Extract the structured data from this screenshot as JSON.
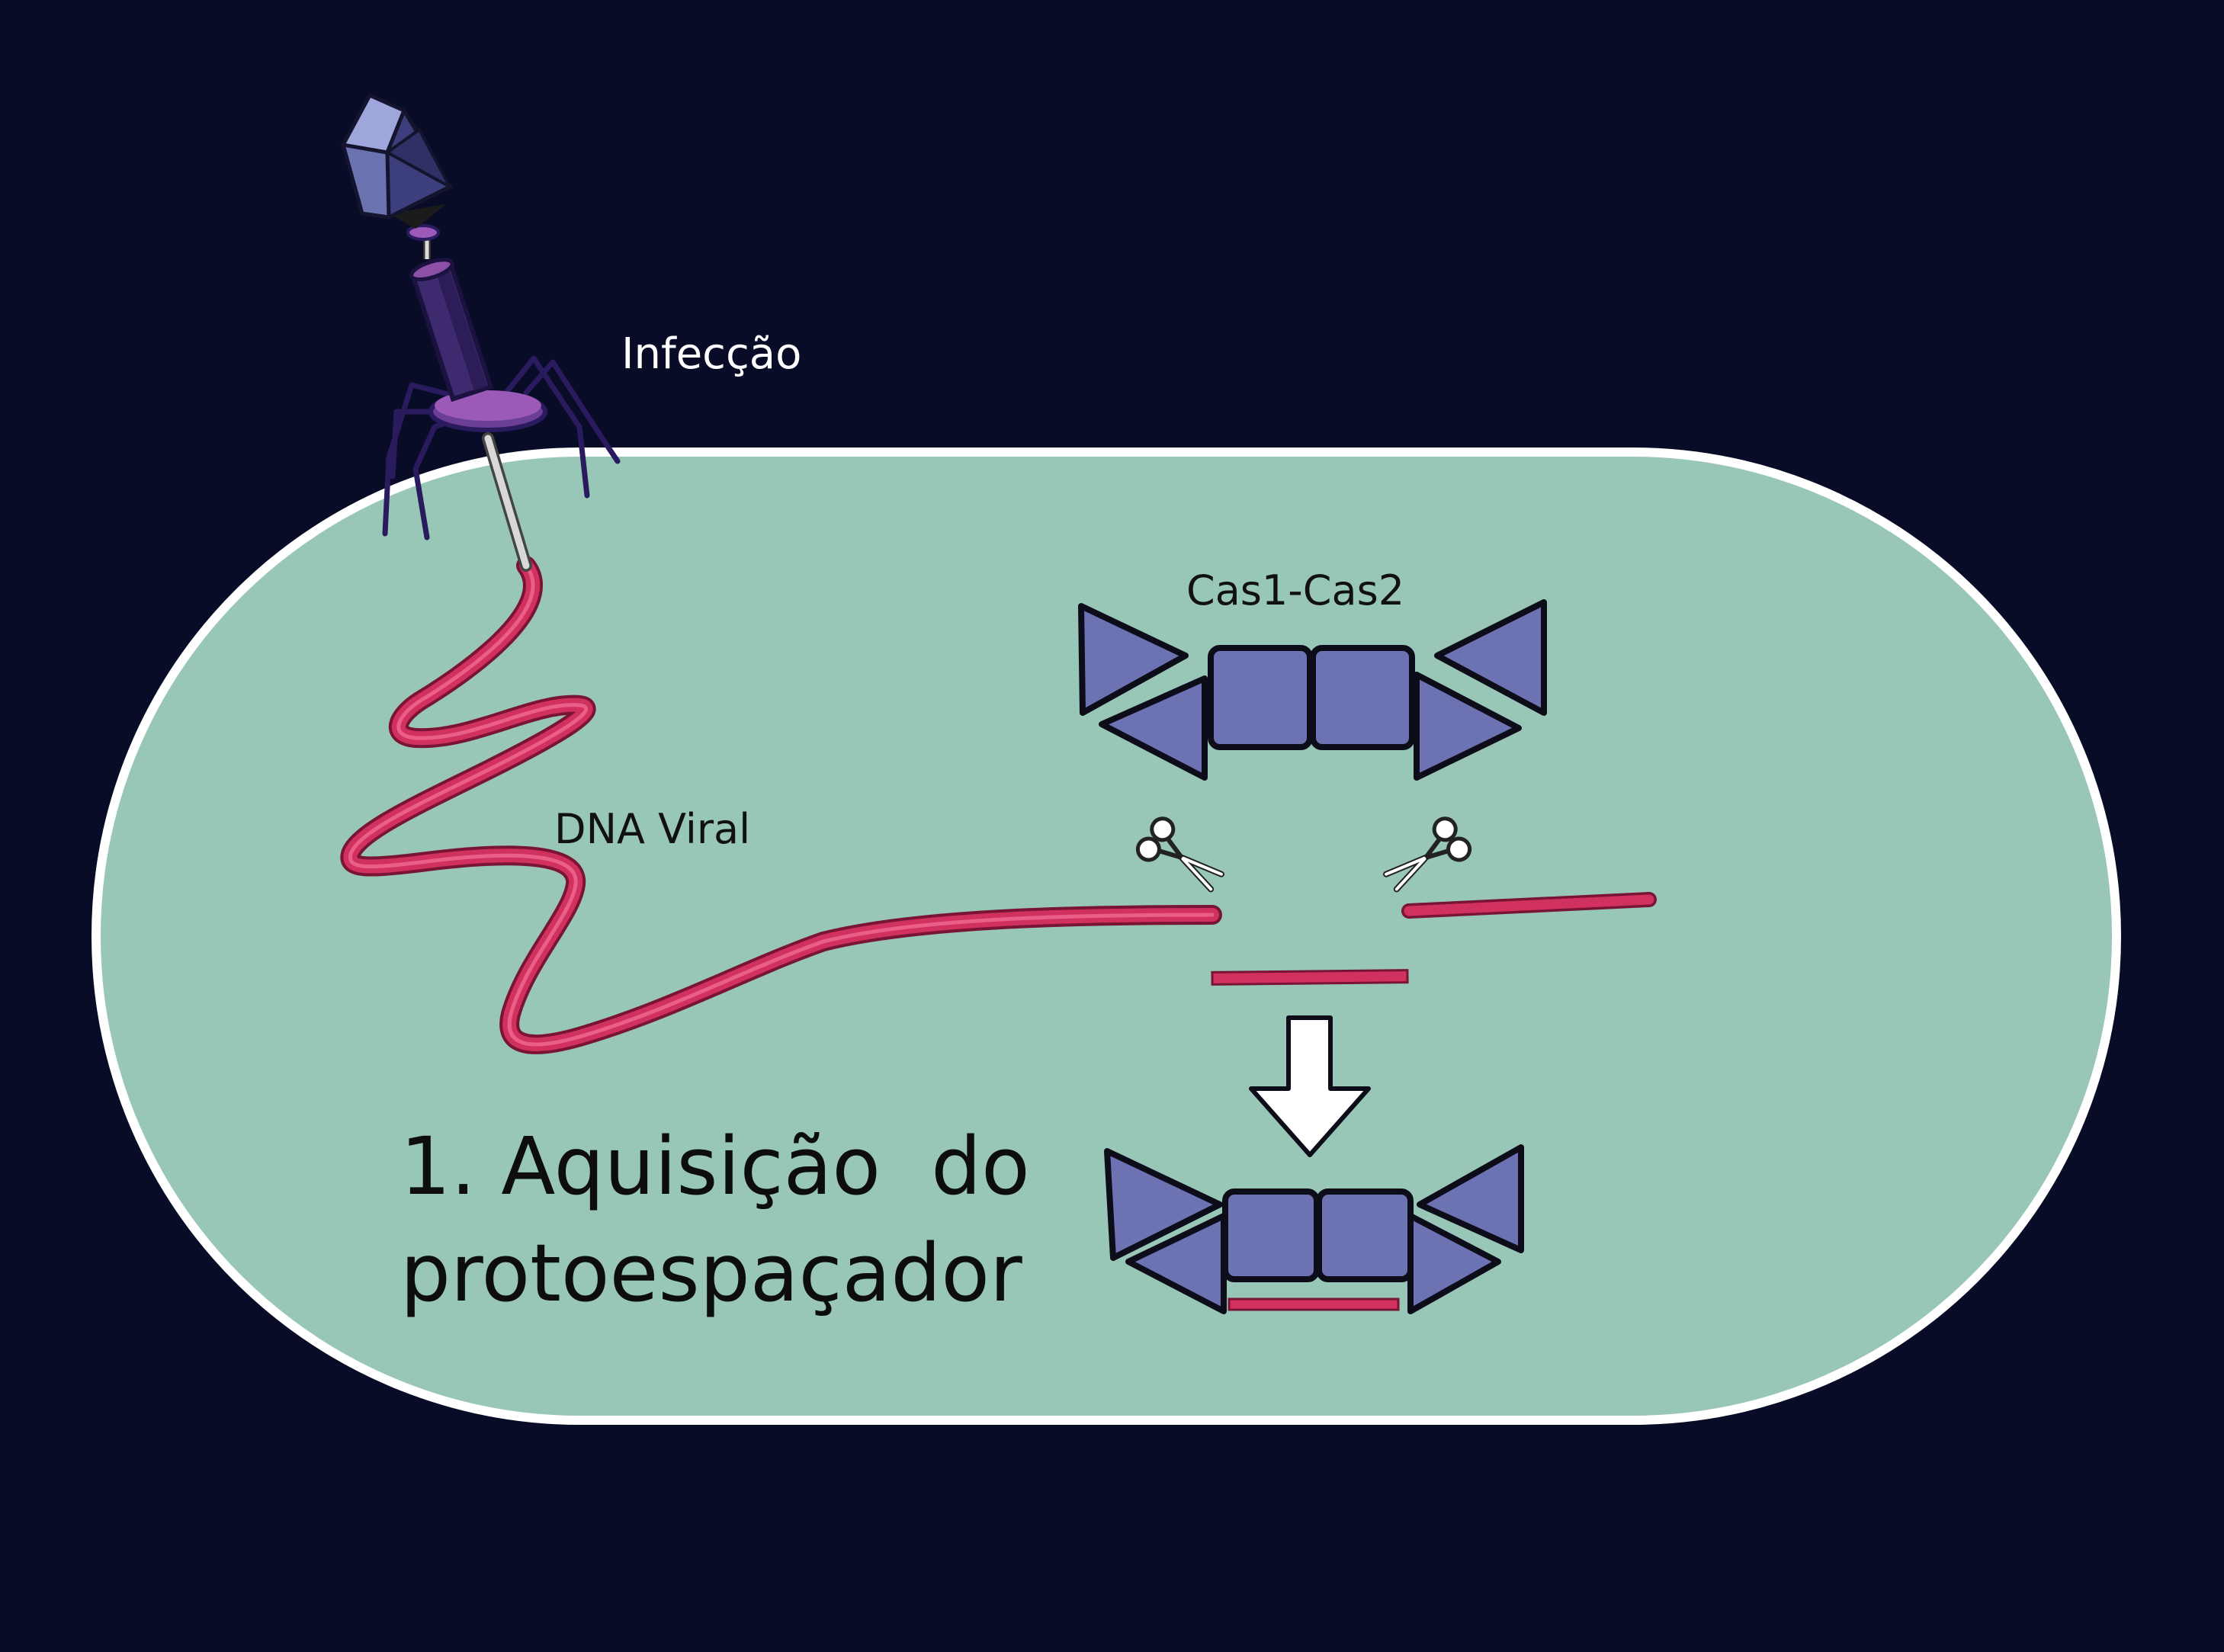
{
  "labels": {
    "infection": "Infecção",
    "viral_dna": "DNA Viral",
    "complex": "Cas1-Cas2",
    "step_line1": "1. Aquisição  do",
    "step_line2": "protoespaçador"
  },
  "colors": {
    "background": "#080c26",
    "cell_fill": "#98c6b7",
    "cell_border": "#ffffff",
    "protein_fill": "#6d72b3",
    "protein_stroke": "#0d0d1a",
    "dna": "#d0315f",
    "dna_light": "#f06a92",
    "phage_body": "#3e2a6e",
    "phage_accent": "#8e4fa6",
    "phage_head": "#6a73b0",
    "arrow_fill": "#ffffff"
  },
  "icons": [
    "scissors-icon",
    "down-arrow-icon",
    "bacteriophage-icon"
  ]
}
